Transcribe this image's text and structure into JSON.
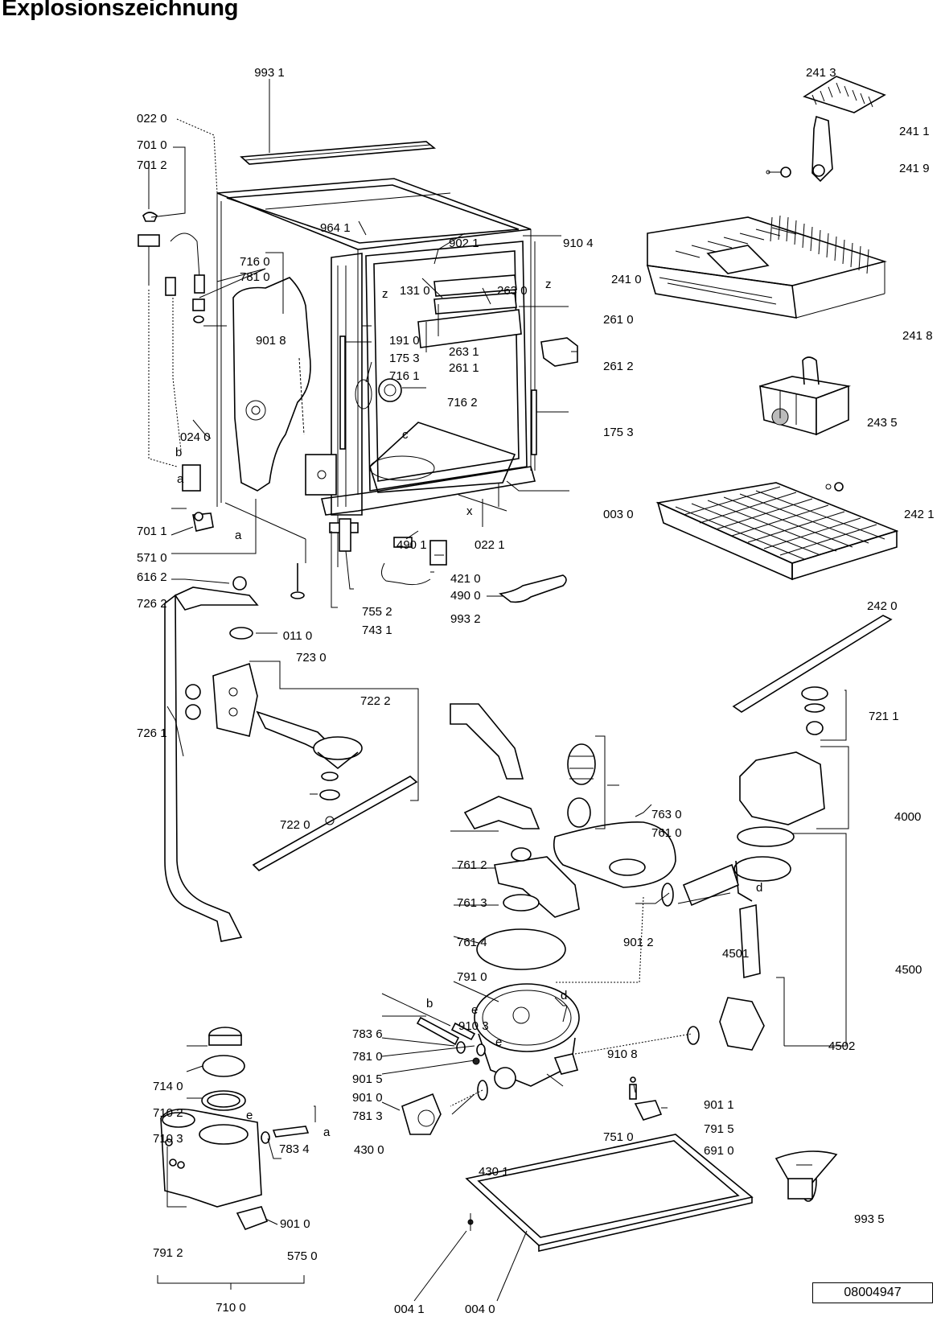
{
  "title": "Explosionszeichnung",
  "doc_number": "08004947",
  "part_labels": {
    "p9931": "993 1",
    "p0220": "022 0",
    "p7010": "701 0",
    "p7012": "701 2",
    "p9641": "964 1",
    "p9021": "902 1",
    "p9104": "910 4",
    "p7160": "716 0",
    "p7810": "781 0",
    "p1310": "131 0",
    "p2630": "263 0",
    "p2410": "241 0",
    "p2610": "261 0",
    "p9018": "901 8",
    "p1910": "191 0",
    "p2631": "263 1",
    "p2418": "241 8",
    "p1753a": "175 3",
    "p2611": "261 1",
    "p2612": "261 2",
    "p7161": "716 1",
    "p7162": "716 2",
    "p2435": "243 5",
    "p1753b": "175 3",
    "p0240": "024 0",
    "p0030": "003 0",
    "p2421": "242 1",
    "p7011": "701 1",
    "p4901": "490 1",
    "p0221": "022 1",
    "p5710": "571 0",
    "p4210": "421 0",
    "p6162": "616 2",
    "p4900": "490 0",
    "p2420": "242 0",
    "p7262": "726 2",
    "p7552": "755 2",
    "p9932": "993 2",
    "p0110": "011 0",
    "p7431": "743 1",
    "p7230": "723 0",
    "p7222": "722 2",
    "p7211": "721 1",
    "p7261": "726 1",
    "p7630": "763 0",
    "p7610": "761 0",
    "p7220": "722 0",
    "p4000": "4000",
    "p7612": "761 2",
    "p7613": "761 3",
    "p7614": "761 4",
    "p9012": "901 2",
    "p4501": "4501",
    "p4500": "4500",
    "p7910": "791 0",
    "p7836": "783 6",
    "p9103": "910 3",
    "p9108": "910 8",
    "p4502": "4502",
    "p7810b": "781 0",
    "p9015": "901 5",
    "p9010": "901 0",
    "p7813": "781 3",
    "p9011": "901 1",
    "p7140": "714 0",
    "p7102": "710 2",
    "p7103": "710 3",
    "p7915": "791 5",
    "p7510": "751 0",
    "p6910": "691 0",
    "p7834": "783 4",
    "p4300": "430 0",
    "p4301": "430 1",
    "p9935": "993 5",
    "p9010b": "901 0",
    "p7912": "791 2",
    "p5750": "575 0",
    "p7100": "710 0",
    "p0041": "004 1",
    "p0040": "004 0"
  },
  "connector_letters": {
    "z1": "z",
    "z2": "z",
    "b1": "b",
    "a1": "a",
    "a2": "a",
    "c1": "c",
    "x1": "x",
    "d1": "d",
    "d2": "d",
    "e1": "e",
    "b2": "b",
    "e2": "e",
    "e3": "e",
    "a3": "a"
  }
}
